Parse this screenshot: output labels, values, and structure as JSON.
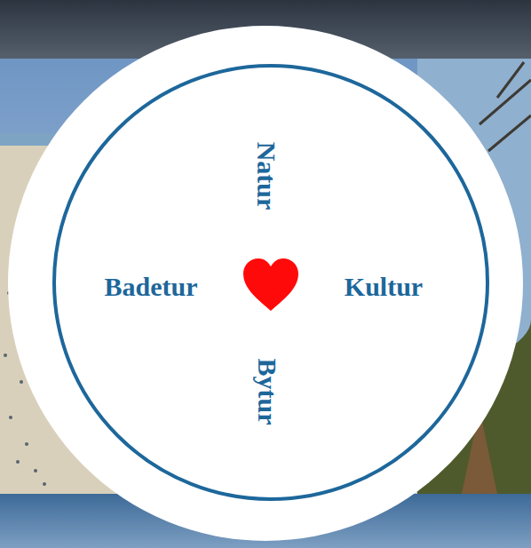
{
  "diagram": {
    "nodes": [
      {
        "text": [
          "Natur",
          "Badetur",
          "Kultur",
          "Bytur"
        ]
      }
    ]
  }
}
